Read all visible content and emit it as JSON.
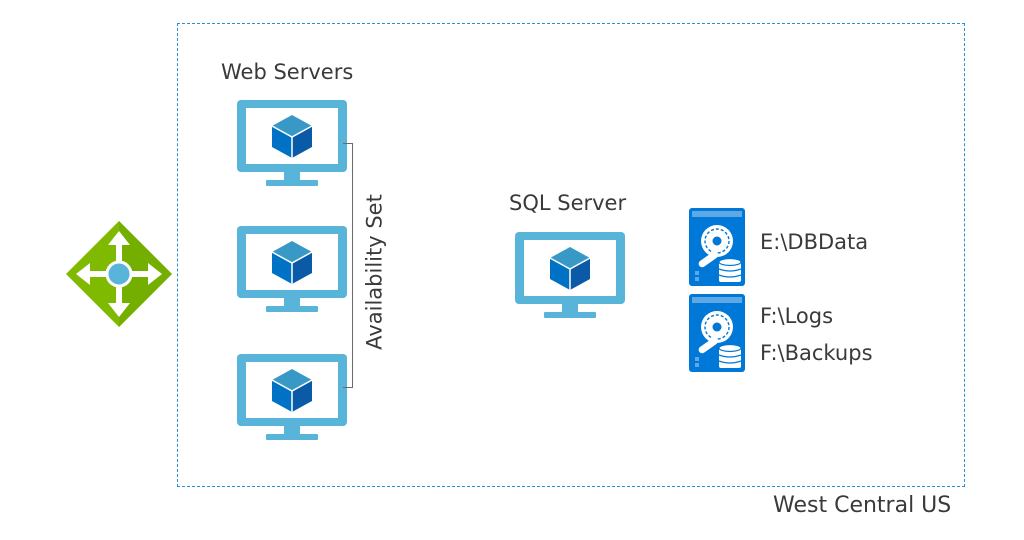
{
  "region": {
    "label": "West Central US"
  },
  "web_servers": {
    "label": "Web Servers",
    "availability_set_label": "Availability Set",
    "count": 3
  },
  "sql_server": {
    "label": "SQL Server"
  },
  "disks": [
    {
      "labels": [
        "E:\\DBData"
      ]
    },
    {
      "labels": [
        "F:\\Logs",
        "F:\\Backups"
      ]
    }
  ],
  "icons": {
    "load_balancer": "load-balancer-icon",
    "vm": "virtual-machine-icon",
    "disk": "managed-disk-icon"
  },
  "colors": {
    "region_border": "#2b8fd6",
    "vm_blue": "#59b4d9",
    "vm_cube": "#0072c6",
    "lb_green": "#7fba00",
    "disk_blue": "#0078d7"
  }
}
